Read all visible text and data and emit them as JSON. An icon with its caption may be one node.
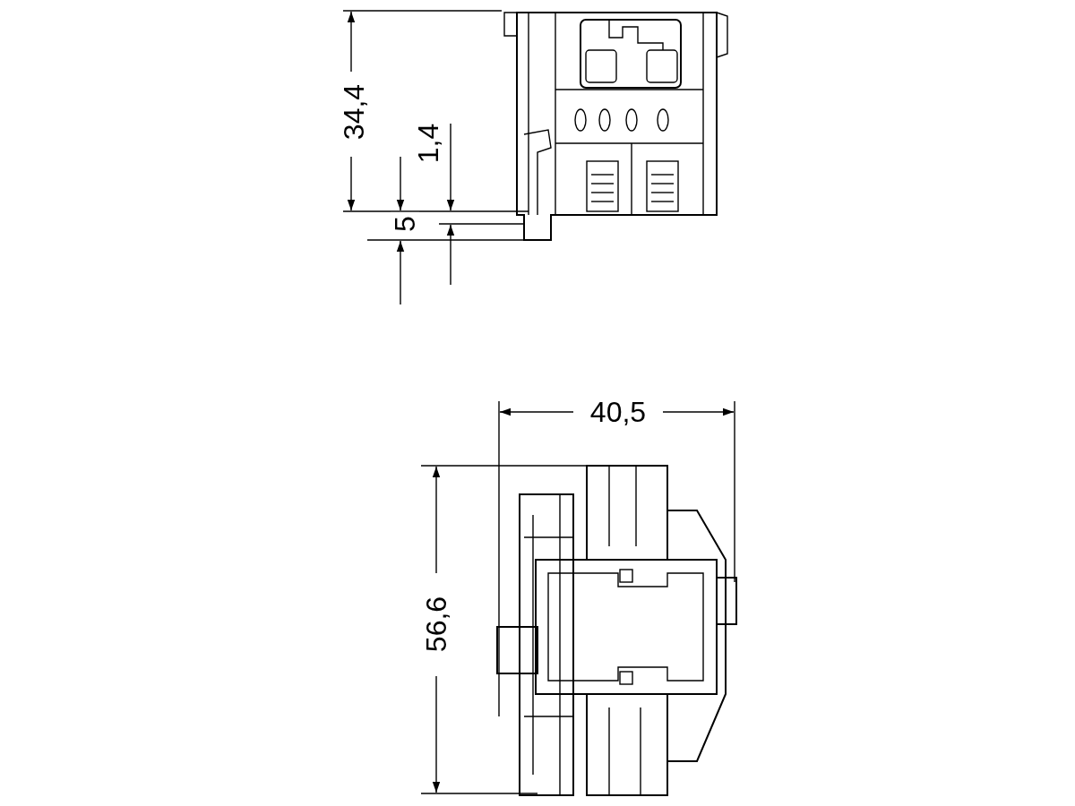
{
  "diagram": {
    "labels": [
      "34,4",
      "1,4",
      "5",
      "40,5",
      "56,6"
    ]
  }
}
